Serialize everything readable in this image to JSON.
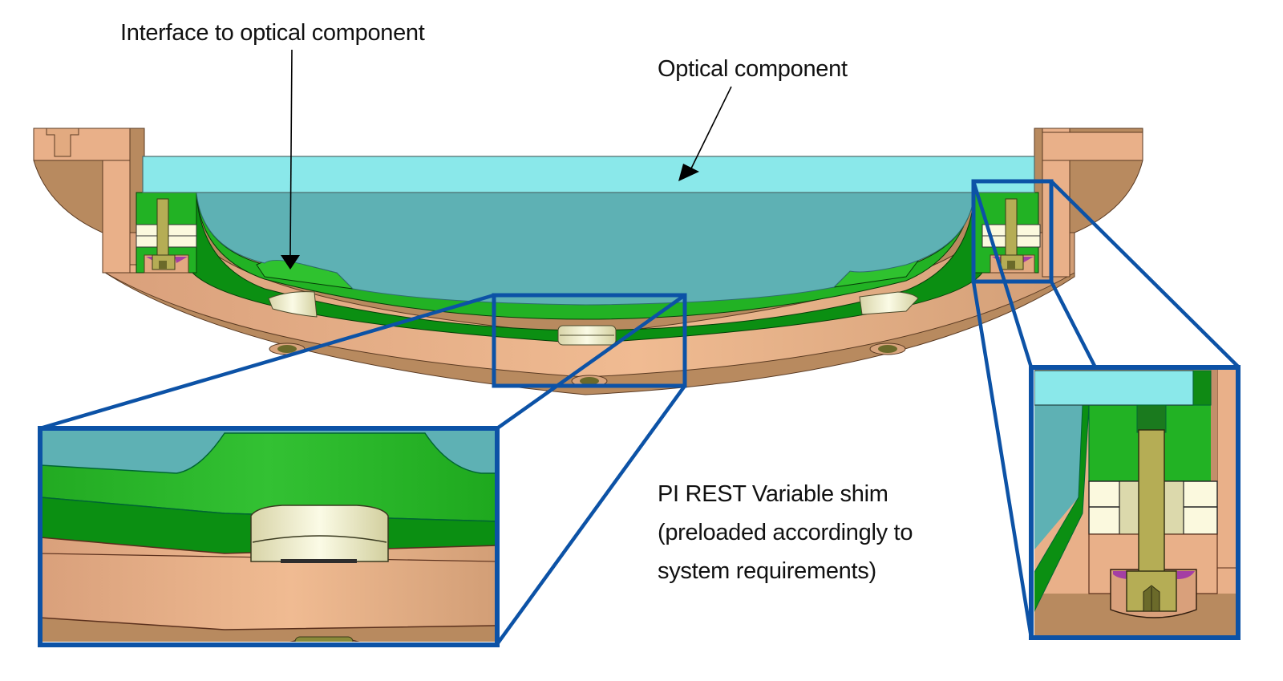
{
  "diagram": {
    "title": "Optical mount cross-section with PI REST variable shims",
    "labels": {
      "interface": "Interface to optical component",
      "optical_component": "Optical component",
      "shim_line1": "PI REST Variable shim",
      "shim_line2": "(preloaded accordingly to",
      "shim_line3": "system requirements)"
    },
    "parts": [
      {
        "id": "optical-component",
        "name": "Optical component",
        "color": "#8ae8ea"
      },
      {
        "id": "optical-interior",
        "name": "Optical component body (section)",
        "color": "#5eb1b4"
      },
      {
        "id": "interface-ring",
        "name": "Interface to optical component",
        "color": "#22b224"
      },
      {
        "id": "interface-ring-dark",
        "name": "Interface ring lower band",
        "color": "#0b8f12"
      },
      {
        "id": "housing",
        "name": "Mount housing",
        "color": "#e9b089"
      },
      {
        "id": "housing-dark",
        "name": "Mount housing (shaded)",
        "color": "#b88a5f"
      },
      {
        "id": "shim",
        "name": "PI REST Variable shim",
        "color": "#e8e5bf"
      },
      {
        "id": "washer",
        "name": "Washer stack",
        "color": "#fbf9de"
      },
      {
        "id": "screw",
        "name": "Preload screw",
        "color": "#b5ad55"
      },
      {
        "id": "spring",
        "name": "Spring element",
        "color": "#a43ea4"
      }
    ],
    "detail_views": [
      {
        "id": "detail-center",
        "name": "Shim detail view"
      },
      {
        "id": "detail-right",
        "name": "Screw preload detail view"
      }
    ],
    "frame_color": "#0c52a6",
    "arrow_color": "#000000"
  }
}
